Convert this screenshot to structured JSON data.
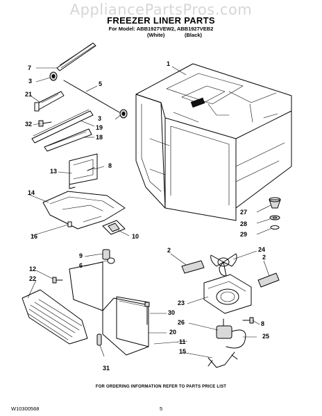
{
  "header": {
    "watermark": "AppliancePartsPros.com",
    "title": "FREEZER LINER PARTS",
    "model_line": "For Model: ABB1927VEW2, ABB1927VEB2",
    "variant_white": "(White)",
    "variant_black": "(Black)"
  },
  "callouts": [
    {
      "id": "c1",
      "label": "1"
    },
    {
      "id": "c2a",
      "label": "2"
    },
    {
      "id": "c2b",
      "label": "2"
    },
    {
      "id": "c3a",
      "label": "3"
    },
    {
      "id": "c3b",
      "label": "3"
    },
    {
      "id": "c5",
      "label": "5"
    },
    {
      "id": "c6",
      "label": "6"
    },
    {
      "id": "c7",
      "label": "7"
    },
    {
      "id": "c8a",
      "label": "8"
    },
    {
      "id": "c8b",
      "label": "8"
    },
    {
      "id": "c9",
      "label": "9"
    },
    {
      "id": "c10",
      "label": "10"
    },
    {
      "id": "c11",
      "label": "11"
    },
    {
      "id": "c12",
      "label": "12"
    },
    {
      "id": "c13",
      "label": "13"
    },
    {
      "id": "c14",
      "label": "14"
    },
    {
      "id": "c15",
      "label": "15"
    },
    {
      "id": "c16",
      "label": "16"
    },
    {
      "id": "c18",
      "label": "18"
    },
    {
      "id": "c19",
      "label": "19"
    },
    {
      "id": "c20",
      "label": "20"
    },
    {
      "id": "c21",
      "label": "21"
    },
    {
      "id": "c22",
      "label": "22"
    },
    {
      "id": "c23",
      "label": "23"
    },
    {
      "id": "c24",
      "label": "24"
    },
    {
      "id": "c25",
      "label": "25"
    },
    {
      "id": "c26",
      "label": "26"
    },
    {
      "id": "c27",
      "label": "27"
    },
    {
      "id": "c28",
      "label": "28"
    },
    {
      "id": "c29",
      "label": "29"
    },
    {
      "id": "c30",
      "label": "30"
    },
    {
      "id": "c31",
      "label": "31"
    },
    {
      "id": "c32",
      "label": "32"
    }
  ],
  "footer": {
    "note": "FOR ORDERING INFORMATION REFER TO PARTS PRICE LIST",
    "doc_id": "W10300568",
    "page": "5"
  }
}
